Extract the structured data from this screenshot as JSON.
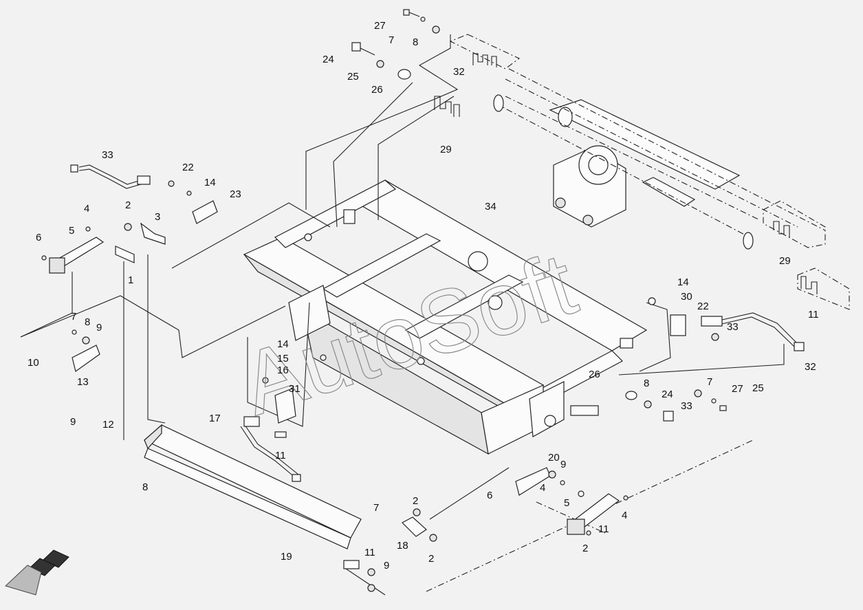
{
  "watermark": "AutoSoft",
  "labels": [
    "27",
    "7",
    "8",
    "24",
    "25",
    "26",
    "32",
    "29",
    "33",
    "22",
    "14",
    "23",
    "34",
    "4",
    "2",
    "3",
    "5",
    "1",
    "6",
    "7",
    "8",
    "9",
    "10",
    "13",
    "14",
    "15",
    "16",
    "31",
    "14",
    "30",
    "22",
    "33",
    "32",
    "29",
    "11",
    "26",
    "8",
    "7",
    "27",
    "25",
    "24",
    "33",
    "17",
    "11",
    "9",
    "12",
    "8",
    "7",
    "20",
    "9",
    "6",
    "4",
    "5",
    "4",
    "11",
    "2",
    "19",
    "2",
    "18",
    "2",
    "11",
    "9"
  ],
  "colors": {
    "background": "#f2f2f2",
    "ink": "#222222",
    "watermark": "#8a8a8a"
  },
  "icons": [
    "direction-arrow-icon"
  ]
}
